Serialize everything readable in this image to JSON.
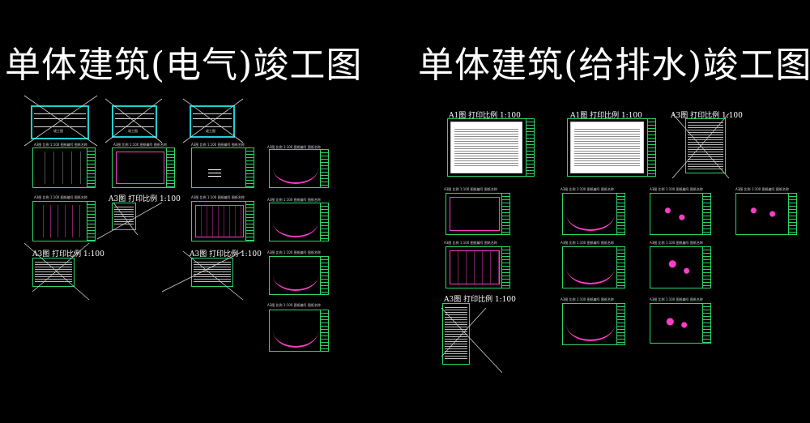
{
  "titles": {
    "electrical": "单体建筑(电气)竣工图",
    "plumbing": "单体建筑(给排水)竣工图"
  },
  "scale_labels": {
    "a3": "A3图 打印比例 1:100",
    "a1": "A1图 打印比例 1:100"
  },
  "sheet_caption": "A3图 比例 1:100  图纸编号  图纸名称",
  "cover_text": "竣工图",
  "colors": {
    "frame": "#2cd66a",
    "cover_frame": "#1fd0d0",
    "drawing": "#ff3dc8",
    "text": "#ffffff"
  }
}
